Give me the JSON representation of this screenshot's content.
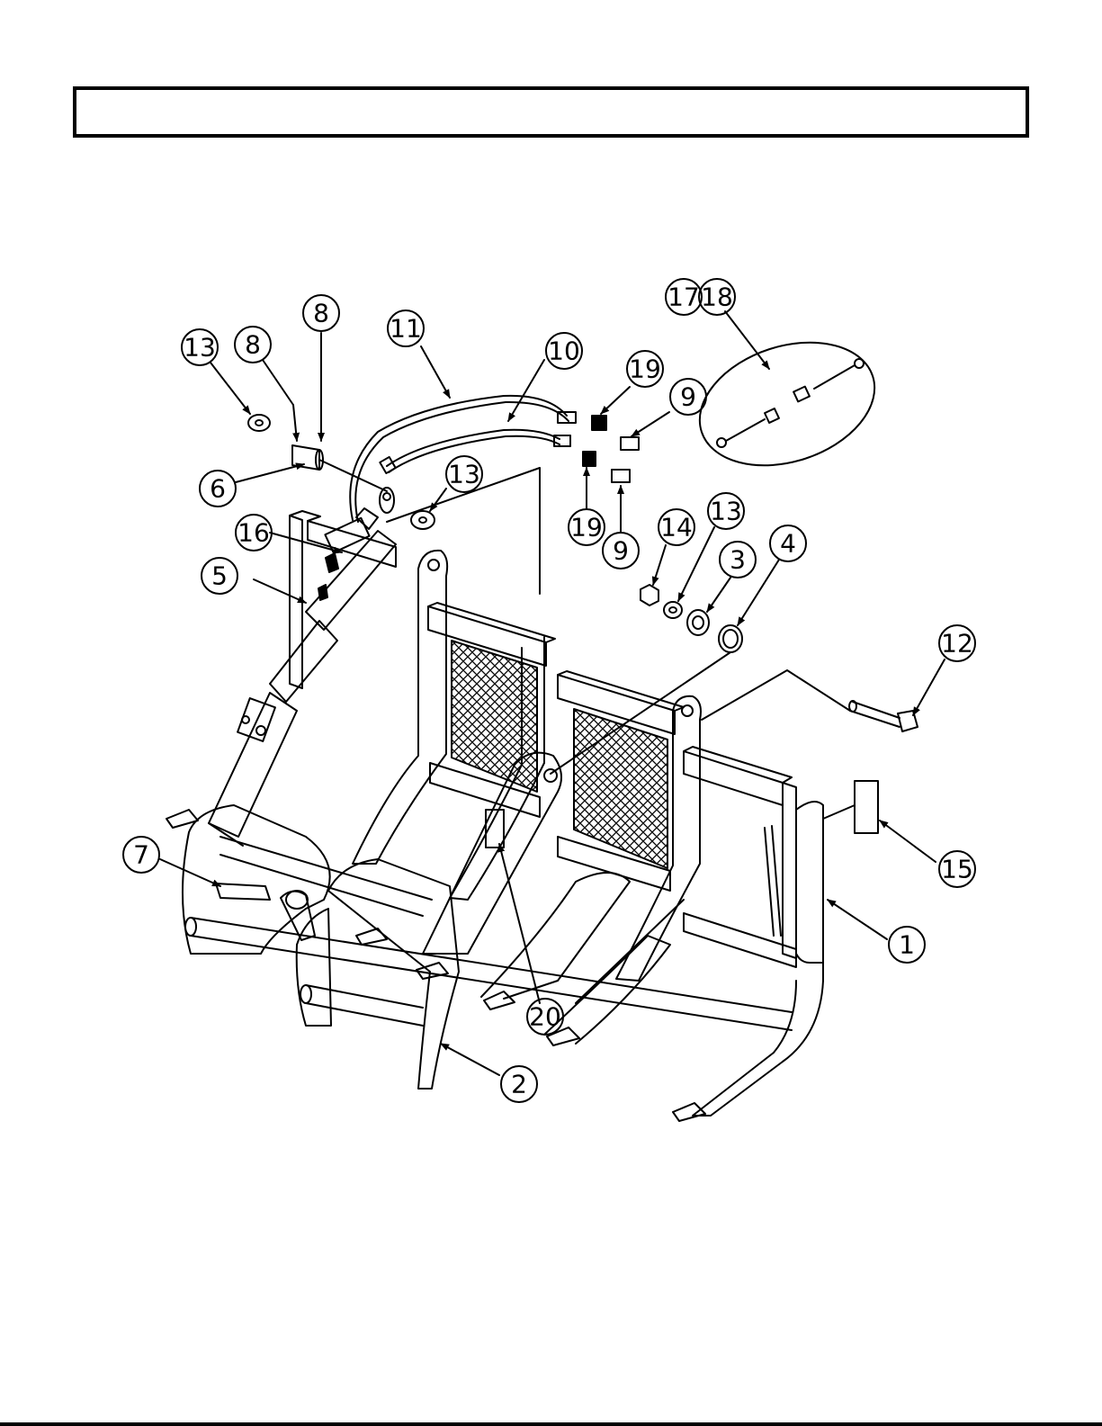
{
  "header": {
    "title": ""
  },
  "diagram": {
    "callouts": [
      {
        "id": "c-13a",
        "label": "13"
      },
      {
        "id": "c-8a",
        "label": "8"
      },
      {
        "id": "c-8b",
        "label": "8"
      },
      {
        "id": "c-11",
        "label": "11"
      },
      {
        "id": "c-10",
        "label": "10"
      },
      {
        "id": "c-17",
        "label": "17"
      },
      {
        "id": "c-18",
        "label": "18"
      },
      {
        "id": "c-19a",
        "label": "19"
      },
      {
        "id": "c-9a",
        "label": "9"
      },
      {
        "id": "c-6",
        "label": "6"
      },
      {
        "id": "c-13b",
        "label": "13"
      },
      {
        "id": "c-19b",
        "label": "19"
      },
      {
        "id": "c-9b",
        "label": "9"
      },
      {
        "id": "c-16",
        "label": "16"
      },
      {
        "id": "c-14",
        "label": "14"
      },
      {
        "id": "c-13c",
        "label": "13"
      },
      {
        "id": "c-4",
        "label": "4"
      },
      {
        "id": "c-3",
        "label": "3"
      },
      {
        "id": "c-5",
        "label": "5"
      },
      {
        "id": "c-12",
        "label": "12"
      },
      {
        "id": "c-7",
        "label": "7"
      },
      {
        "id": "c-15",
        "label": "15"
      },
      {
        "id": "c-1",
        "label": "1"
      },
      {
        "id": "c-20",
        "label": "20"
      },
      {
        "id": "c-2",
        "label": "2"
      }
    ]
  }
}
